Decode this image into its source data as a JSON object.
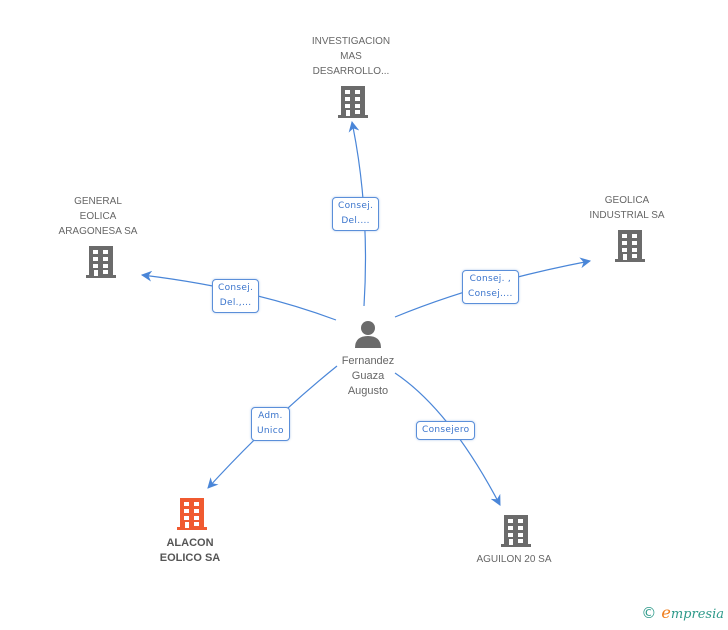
{
  "diagram": {
    "center": {
      "id": "person",
      "label": "Fernandez\nGuaza\nAugusto",
      "icon": "person-icon"
    },
    "nodes": [
      {
        "id": "investigacion",
        "label": "INVESTIGACION\nMAS\nDESARROLLO...",
        "icon": "building-icon",
        "highlighted": false
      },
      {
        "id": "general-eolica",
        "label": "GENERAL\nEOLICA\nARAGONESA SA",
        "icon": "building-icon",
        "highlighted": false
      },
      {
        "id": "geolica",
        "label": "GEOLICA\nINDUSTRIAL SA",
        "icon": "building-icon",
        "highlighted": false
      },
      {
        "id": "alacon",
        "label": "ALACON\nEOLICO SA",
        "icon": "building-icon",
        "highlighted": true
      },
      {
        "id": "aguilon",
        "label": "AGUILON 20 SA",
        "icon": "building-icon",
        "highlighted": false
      }
    ],
    "edges": [
      {
        "from": "person",
        "to": "investigacion",
        "label": "Consej.\nDel...."
      },
      {
        "from": "person",
        "to": "general-eolica",
        "label": "Consej.\nDel.,..."
      },
      {
        "from": "person",
        "to": "geolica",
        "label": "Consej. ,\nConsej...."
      },
      {
        "from": "person",
        "to": "alacon",
        "label": "Adm.\nUnico"
      },
      {
        "from": "person",
        "to": "aguilon",
        "label": "Consejero"
      }
    ]
  },
  "colors": {
    "edge": "#4a86d8",
    "building": "#6b6b6b",
    "building_highlight": "#f05a30",
    "person": "#6b6b6b",
    "label_text": "#3a74cc"
  },
  "footer": {
    "copyright_symbol": "©",
    "brand_initial": "e",
    "brand_rest": "mpresia"
  }
}
